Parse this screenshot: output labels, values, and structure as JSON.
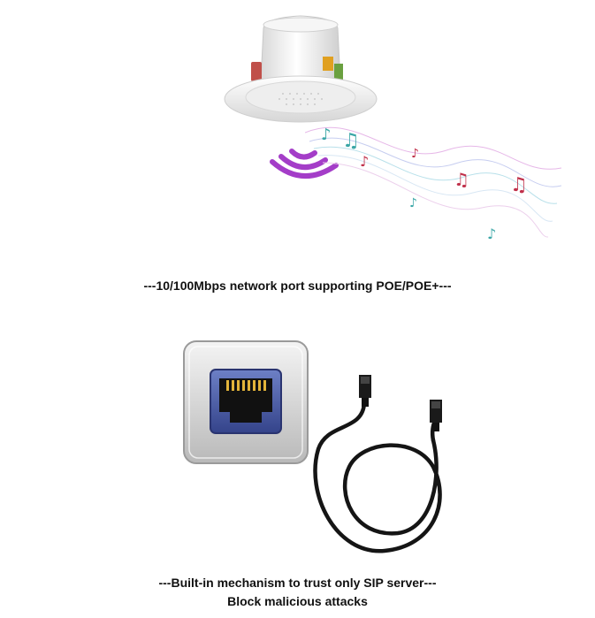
{
  "captions": {
    "poe": "---10/100Mbps network port supporting POE/POE+---",
    "trust_line1": "---Built-in mechanism to trust only SIP server---",
    "trust_line2": "Block malicious attacks"
  },
  "colors": {
    "wave_purple": "#a43dc8",
    "note_teal": "#3aa6a6",
    "note_red": "#c0304a",
    "port_blue": "#4a5ea8"
  },
  "icons": [
    "ceiling-speaker-image",
    "sound-wave-icon",
    "music-notes-image",
    "ethernet-port-icon",
    "ethernet-cable-image"
  ]
}
